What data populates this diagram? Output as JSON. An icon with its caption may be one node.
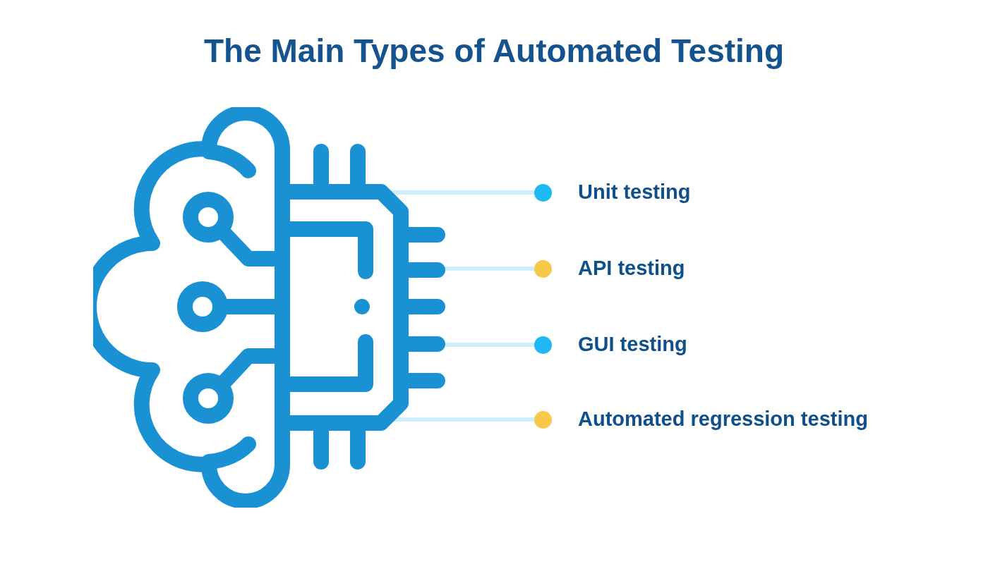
{
  "diagram": {
    "title": "The Main Types of Automated Testing",
    "nodes": [
      {
        "text": [],
        "shape": "picture"
      },
      {
        "text": [
          "Unit testing"
        ]
      },
      {
        "text": [
          "API testing"
        ]
      },
      {
        "text": [
          "GUI testing"
        ]
      },
      {
        "text": [
          "Automated regression testing"
        ]
      }
    ],
    "edges": [
      {
        "from": 0,
        "to": 1,
        "arrow": "none"
      },
      {
        "from": 0,
        "to": 2,
        "arrow": "none"
      },
      {
        "from": 0,
        "to": 3,
        "arrow": "none"
      },
      {
        "from": 0,
        "to": 4,
        "arrow": "none"
      }
    ]
  }
}
